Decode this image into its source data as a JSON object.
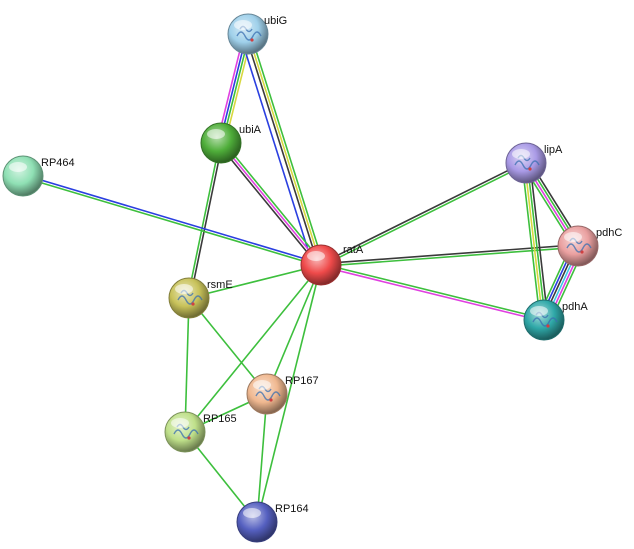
{
  "network": {
    "nodes": [
      {
        "id": "ubiG",
        "label": "ubiG",
        "color": "#9fd0ea",
        "structure": true
      },
      {
        "id": "ubiA",
        "label": "ubiA",
        "color": "#4fae3a",
        "structure": false
      },
      {
        "id": "RP464",
        "label": "RP464",
        "color": "#8fe0b4",
        "structure": false
      },
      {
        "id": "ratA",
        "label": "ratA",
        "color": "#ef4a4a",
        "structure": false
      },
      {
        "id": "lipA",
        "label": "lipA",
        "color": "#a99ae6",
        "structure": true
      },
      {
        "id": "pdhC",
        "label": "pdhC",
        "color": "#eaa0a0",
        "structure": true
      },
      {
        "id": "pdhA",
        "label": "pdhA",
        "color": "#2fa8a8",
        "structure": true
      },
      {
        "id": "rsmE",
        "label": "rsmE",
        "color": "#c8c25a",
        "structure": true
      },
      {
        "id": "RP167",
        "label": "RP167",
        "color": "#f0b890",
        "structure": true
      },
      {
        "id": "RP165",
        "label": "RP165",
        "color": "#bfe08a",
        "structure": true
      },
      {
        "id": "RP164",
        "label": "RP164",
        "color": "#5560c0",
        "structure": false
      }
    ],
    "edge_colors": {
      "green": "#3dbf3d",
      "blue": "#2a3fe0",
      "black": "#3a3a3a",
      "magenta": "#e040e0",
      "yellow": "#d8d840",
      "cyan": "#40c8e8"
    },
    "edges": [
      {
        "source": "ubiG",
        "target": "ubiA",
        "colors": [
          "yellow",
          "green",
          "blue",
          "magenta"
        ]
      },
      {
        "source": "ubiG",
        "target": "ratA",
        "colors": [
          "green",
          "yellow",
          "black"
        ]
      },
      {
        "source": "ubiG",
        "target": "ratA",
        "colors": [
          "blue"
        ]
      },
      {
        "source": "ubiA",
        "target": "ratA",
        "colors": [
          "green",
          "magenta",
          "black"
        ]
      },
      {
        "source": "ubiA",
        "target": "rsmE",
        "colors": [
          "black",
          "green"
        ]
      },
      {
        "source": "RP464",
        "target": "ratA",
        "colors": [
          "blue",
          "green"
        ]
      },
      {
        "source": "ratA",
        "target": "lipA",
        "colors": [
          "black",
          "green"
        ]
      },
      {
        "source": "ratA",
        "target": "pdhC",
        "colors": [
          "black",
          "green"
        ]
      },
      {
        "source": "ratA",
        "target": "pdhA",
        "colors": [
          "green",
          "magenta"
        ]
      },
      {
        "source": "ratA",
        "target": "rsmE",
        "colors": [
          "green"
        ]
      },
      {
        "source": "ratA",
        "target": "RP167",
        "colors": [
          "green"
        ]
      },
      {
        "source": "ratA",
        "target": "RP165",
        "colors": [
          "green"
        ]
      },
      {
        "source": "ratA",
        "target": "RP164",
        "colors": [
          "green"
        ]
      },
      {
        "source": "lipA",
        "target": "pdhC",
        "colors": [
          "black",
          "green",
          "magenta",
          "green"
        ]
      },
      {
        "source": "lipA",
        "target": "pdhA",
        "colors": [
          "black",
          "green",
          "yellow",
          "green"
        ]
      },
      {
        "source": "pdhC",
        "target": "pdhA",
        "colors": [
          "green",
          "magenta",
          "cyan",
          "black",
          "blue",
          "green"
        ]
      },
      {
        "source": "rsmE",
        "target": "RP167",
        "colors": [
          "green"
        ]
      },
      {
        "source": "rsmE",
        "target": "RP165",
        "colors": [
          "green"
        ]
      },
      {
        "source": "RP167",
        "target": "RP165",
        "colors": [
          "green"
        ]
      },
      {
        "source": "RP167",
        "target": "RP164",
        "colors": [
          "green"
        ]
      },
      {
        "source": "RP165",
        "target": "RP164",
        "colors": [
          "green"
        ]
      }
    ]
  }
}
